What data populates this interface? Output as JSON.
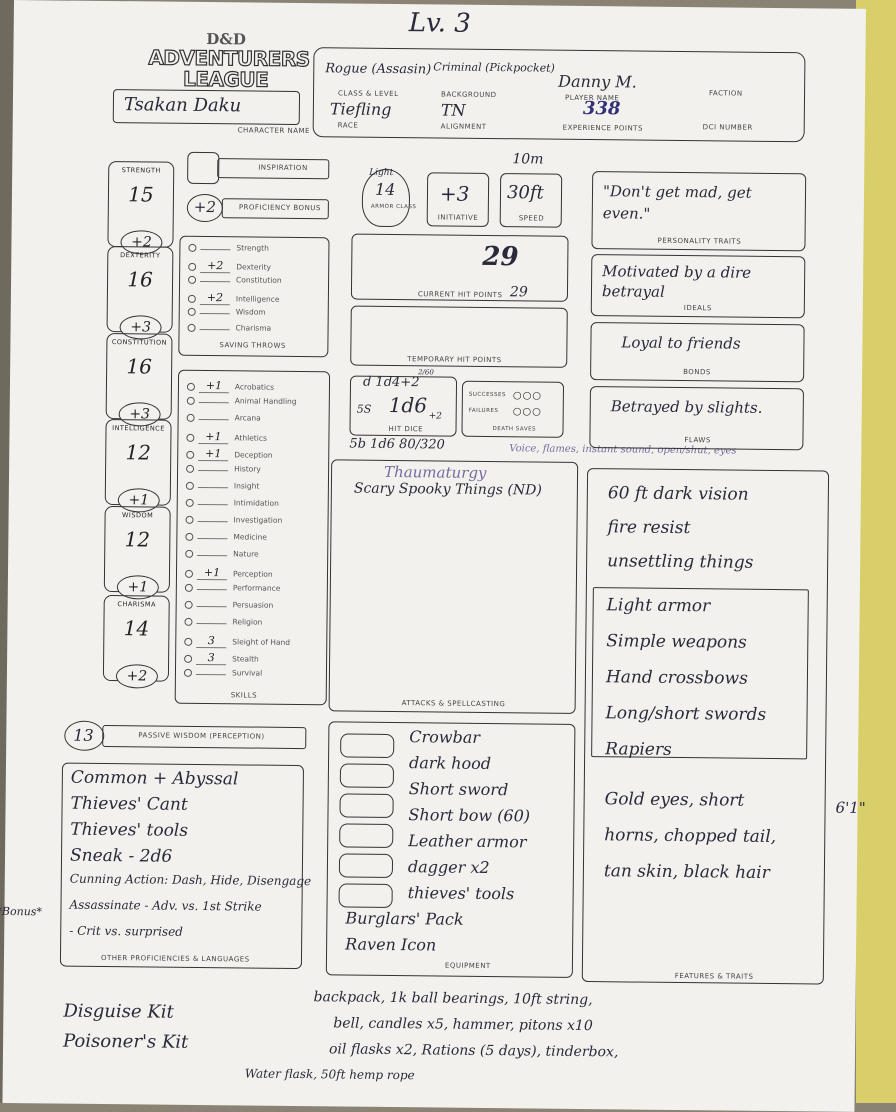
{
  "logo": {
    "brand": "D&D",
    "line1": "ADVENTURERS",
    "line2": "LEAGUE"
  },
  "header": {
    "character_name": "Tsakan Daku",
    "character_name_label": "CHARACTER NAME",
    "class_level": "Rogue (Assasin)",
    "level_hw": "Lv. 3",
    "class_level_label": "CLASS & LEVEL",
    "background": "Criminal (Pickpocket)",
    "background_label": "BACKGROUND",
    "player_name": "Danny M.",
    "player_name_label": "PLAYER NAME",
    "faction_label": "FACTION",
    "race": "Tiefling",
    "race_label": "RACE",
    "alignment": "TN",
    "alignment_label": "ALIGNMENT",
    "xp": "338",
    "xp_label": "EXPERIENCE POINTS",
    "dci_label": "DCI NUMBER"
  },
  "abilities": [
    {
      "name": "STRENGTH",
      "score": "15",
      "mod": "+2"
    },
    {
      "name": "DEXTERITY",
      "score": "16",
      "mod": "+3"
    },
    {
      "name": "CONSTITUTION",
      "score": "16",
      "mod": "+3"
    },
    {
      "name": "INTELLIGENCE",
      "score": "12",
      "mod": "+1"
    },
    {
      "name": "WISDOM",
      "score": "12",
      "mod": "+1"
    },
    {
      "name": "CHARISMA",
      "score": "14",
      "mod": "+2"
    }
  ],
  "inspiration_label": "INSPIRATION",
  "proficiency": {
    "value": "+2",
    "label": "PROFICIENCY BONUS"
  },
  "saving_throws": {
    "label": "SAVING THROWS",
    "rows": [
      {
        "name": "Strength",
        "value": ""
      },
      {
        "name": "Dexterity",
        "value": "+2"
      },
      {
        "name": "Constitution",
        "value": ""
      },
      {
        "name": "Intelligence",
        "value": "+2"
      },
      {
        "name": "Wisdom",
        "value": ""
      },
      {
        "name": "Charisma",
        "value": ""
      }
    ]
  },
  "skills": {
    "label": "SKILLS",
    "rows": [
      {
        "name": "Acrobatics",
        "value": "+1"
      },
      {
        "name": "Animal Handling",
        "value": ""
      },
      {
        "name": "Arcana",
        "value": ""
      },
      {
        "name": "Athletics",
        "value": "+1"
      },
      {
        "name": "Deception",
        "value": "+1"
      },
      {
        "name": "History",
        "value": ""
      },
      {
        "name": "Insight",
        "value": ""
      },
      {
        "name": "Intimidation",
        "value": ""
      },
      {
        "name": "Investigation",
        "value": ""
      },
      {
        "name": "Medicine",
        "value": ""
      },
      {
        "name": "Nature",
        "value": ""
      },
      {
        "name": "Perception",
        "value": "+1"
      },
      {
        "name": "Performance",
        "value": ""
      },
      {
        "name": "Persuasion",
        "value": ""
      },
      {
        "name": "Religion",
        "value": ""
      },
      {
        "name": "Sleight of Hand",
        "value": "3"
      },
      {
        "name": "Stealth",
        "value": "3"
      },
      {
        "name": "Survival",
        "value": ""
      }
    ]
  },
  "combat": {
    "ac": "14",
    "ac_note": "Light",
    "ac_label": "ARMOR CLASS",
    "initiative": "+3",
    "initiative_label": "INITIATIVE",
    "speed": "30ft",
    "speed_note": "10m",
    "speed_label": "SPEED",
    "hp_max": "29",
    "hp_current": "29",
    "hp_current_label": "CURRENT HIT POINTS",
    "temp_hp_label": "TEMPORARY HIT POINTS",
    "hit_dice": "1d6",
    "hit_dice_total": "d 1d4+2",
    "hit_dice_extra": "5S",
    "hit_dice_label": "HIT DICE",
    "hit_dice_mod": "+2",
    "death_successes_label": "SUCCESSES",
    "death_failures_label": "FAILURES",
    "death_saves_label": "DEATH SAVES",
    "ammo_note": "5b 1d6 80/320",
    "ammo_tally": "2/60"
  },
  "attacks": {
    "label": "ATTACKS & SPELLCASTING",
    "line1": "Thaumaturgy",
    "line2": "Scary Spooky Things (ND)",
    "overflow": "Voice, flames, instant sound, open/shut, eyes"
  },
  "personality": {
    "traits": "\"Don't get mad, get even.\"",
    "traits_label": "PERSONALITY TRAITS",
    "ideals": "Motivated by a dire betrayal",
    "ideals_label": "IDEALS",
    "bonds": "Loyal to friends",
    "bonds_label": "BONDS",
    "flaws": "Betrayed by slights.",
    "flaws_label": "FLAWS"
  },
  "features": {
    "label": "FEATURES & TRAITS",
    "lines": [
      "60 ft dark vision",
      "fire resist",
      "unsettling things"
    ],
    "proficiencies": [
      "Light armor",
      "Simple weapons",
      "Hand crossbows",
      "Long/short swords",
      "Rapiers"
    ],
    "appearance": [
      "Gold eyes, short",
      "horns, chopped tail,",
      "tan skin, black hair"
    ],
    "height": "6'1\""
  },
  "passive": {
    "value": "13",
    "label": "PASSIVE WISDOM (PERCEPTION)"
  },
  "languages": {
    "label": "OTHER PROFICIENCIES & LANGUAGES",
    "lines": [
      "Common + Abyssal",
      "Thieves' Cant",
      "Thieves' tools",
      "Sneak - 2d6",
      "Cunning Action: Dash, Hide, Disengage",
      "Assassinate - Adv. vs. 1st Strike",
      "- Crit vs. surprised"
    ],
    "bonus_note": "*Bonus*"
  },
  "equipment": {
    "label": "EQUIPMENT",
    "items": [
      "Crowbar",
      "dark hood",
      "Short sword",
      "Short bow (60)",
      "Leather armor",
      "dagger x2",
      "thieves' tools",
      "Burglars' Pack",
      "Raven Icon"
    ],
    "extra": [
      "Disguise Kit",
      "Poisoner's Kit"
    ],
    "pack": [
      "backpack, 1k ball bearings, 10ft string,",
      "bell, candles x5, hammer, pitons x10",
      "oil flasks x2, Rations (5 days), tinderbox,",
      "Water flask, 50ft hemp rope"
    ]
  }
}
